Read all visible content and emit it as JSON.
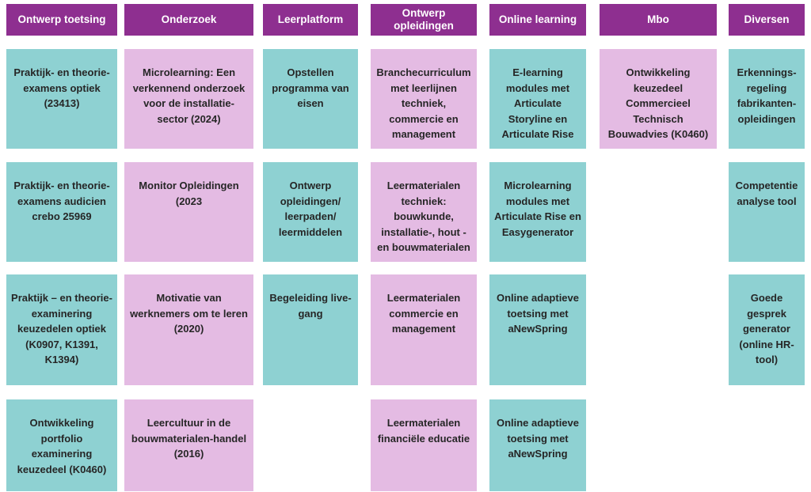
{
  "colors": {
    "header_bg": "#8e2f90",
    "header_text": "#ffffff",
    "teal": "#8ed1d2",
    "pink": "#e4bbe3",
    "card_text": "#262626",
    "background": "#ffffff"
  },
  "board": {
    "columns": [
      {
        "title": "Ontwerp toetsing",
        "cards": [
          {
            "text": "Praktijk- en theorie-examens optiek (23413)",
            "color": "teal"
          },
          {
            "text": "Praktijk- en theorie-examens audicien crebo 25969",
            "color": "teal"
          },
          {
            "text": "Praktijk – en theorie-examinering keuzedelen optiek (K0907, K1391, K1394)",
            "color": "teal"
          },
          {
            "text": "Ontwikkeling portfolio examinering keuzedeel (K0460)",
            "color": "teal"
          }
        ]
      },
      {
        "title": "Onderzoek",
        "cards": [
          {
            "text": "Microlearning: Een verkennend onderzoek voor de installatie-sector (2024)",
            "color": "pink"
          },
          {
            "text": "Monitor Opleidingen (2023",
            "color": "pink"
          },
          {
            "text": "Motivatie van werknemers om te leren (2020)",
            "color": "pink"
          },
          {
            "text": "Leercultuur in de bouwmaterialen-handel (2016)",
            "color": "pink"
          }
        ]
      },
      {
        "title": "Leerplatform",
        "cards": [
          {
            "text": "Opstellen programma van eisen",
            "color": "teal"
          },
          {
            "text": "Ontwerp opleidingen/ leerpaden/ leermiddelen",
            "color": "teal"
          },
          {
            "text": "Begeleiding live-gang",
            "color": "teal"
          }
        ]
      },
      {
        "title": "Ontwerp opleidingen",
        "cards": [
          {
            "text": "Branchecurriculum met leerlijnen techniek, commercie en management",
            "color": "pink"
          },
          {
            "text": "Leermaterialen techniek: bouwkunde, installatie-, hout - en bouwmaterialen",
            "color": "pink"
          },
          {
            "text": "Leermaterialen commercie en management",
            "color": "pink"
          },
          {
            "text": "Leermaterialen financiële educatie",
            "color": "pink"
          }
        ]
      },
      {
        "title": "Online learning",
        "cards": [
          {
            "text": "E-learning modules met Articulate Storyline en Articulate Rise",
            "color": "teal"
          },
          {
            "text": "Microlearning modules met Articulate Rise en Easygenerator",
            "color": "teal"
          },
          {
            "text": "Online adaptieve toetsing met aNewSpring",
            "color": "teal"
          },
          {
            "text": "Online adaptieve toetsing met aNewSpring",
            "color": "teal"
          }
        ]
      },
      {
        "title": "Mbo",
        "cards": [
          {
            "text": "Ontwikkeling keuzedeel Commercieel Technisch Bouwadvies (K0460)",
            "color": "pink"
          }
        ]
      },
      {
        "title": "Diversen",
        "cards": [
          {
            "text": "Erkennings-regeling fabrikanten-opleidingen",
            "color": "teal"
          },
          {
            "text": "Competentie analyse tool",
            "color": "teal"
          },
          {
            "text": "Goede gesprek generator (online HR-tool)",
            "color": "teal"
          }
        ]
      }
    ]
  }
}
